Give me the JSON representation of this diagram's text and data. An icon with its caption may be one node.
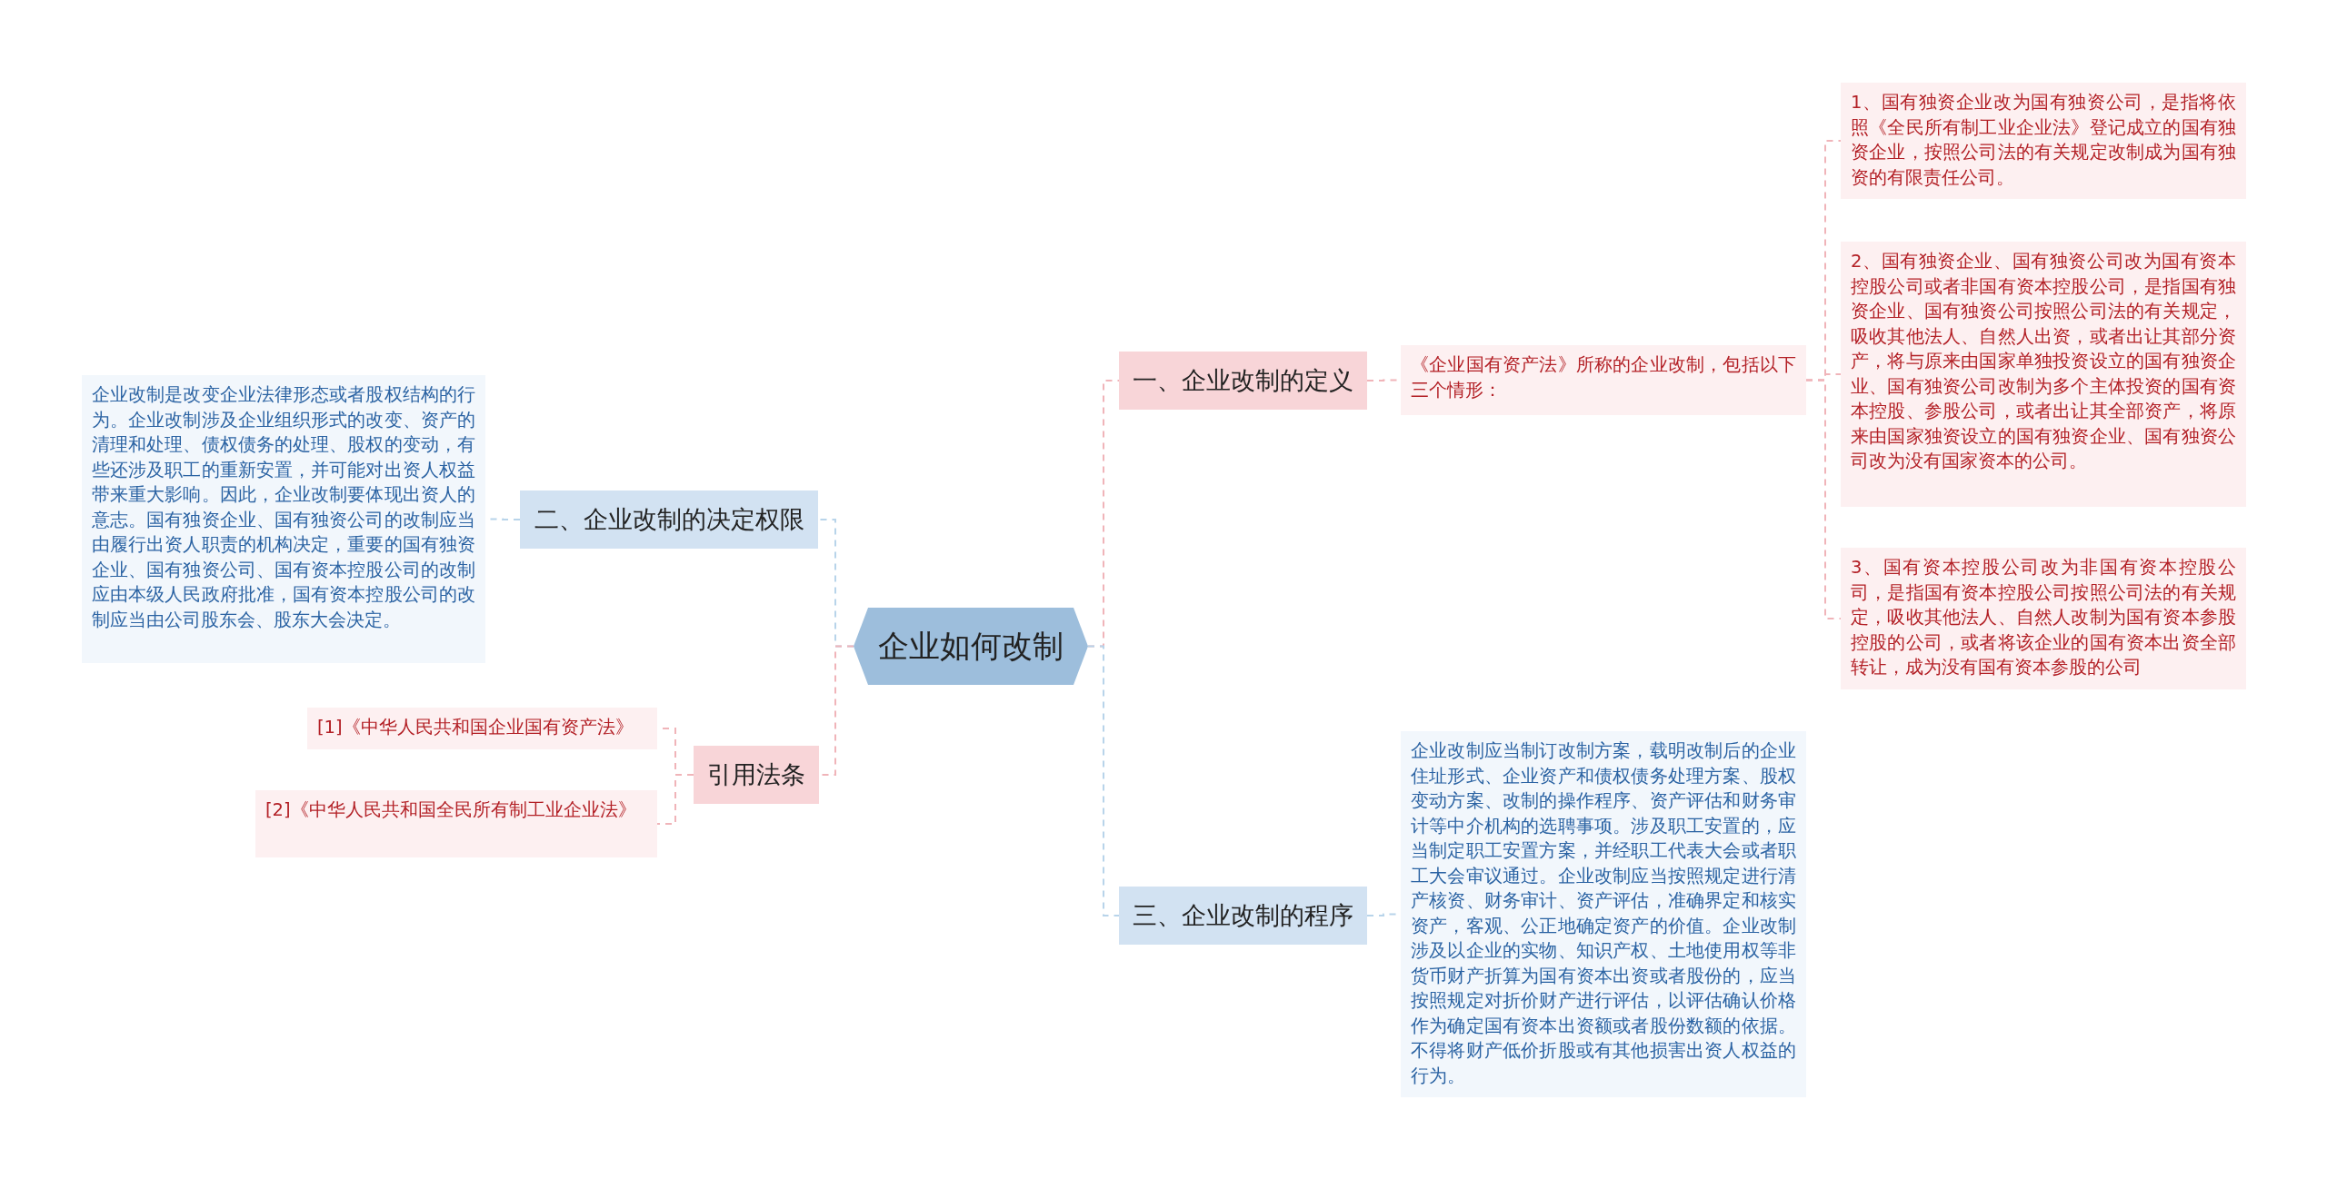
{
  "diagram": {
    "nodes": [
      {
        "text": [
          "企业如何改制"
        ]
      },
      {
        "text": [
          "一、企业改制的定义"
        ]
      },
      {
        "text": [
          "《企业国有资产法》所称的企业改制，包括以下三个情形："
        ]
      },
      {
        "text": [
          "1、国有独资企业改为国有独资公司，是指将依照《全民所有制工业企业法》登记成立的国有独资企业，按照公司法的有关规定改制成为国有独资的有限责任公司。"
        ]
      },
      {
        "text": [
          "2、国有独资企业、国有独资公司改为国有资本控股公司或者非国有资本控股公司，是指国有独资企业、国有独资公司按照公司法的有关规定，吸收其他法人、自然人出资，或者出让其部分资产，将与原来由国家单独投资设立的国有独资企业、国有独资公司改制为多个主体投资的国有资本控股、参股公司，或者出让其全部资产，将原来由国家独资设立的国有独资企业、国有独资公司改为没有国家资本的公司。"
        ]
      },
      {
        "text": [
          "3、国有资本控股公司改为非国有资本控股公司，是指国有资本控股公司按照公司法的有关规定，吸收其他法人、自然人改制为国有资本参股控股的公司，或者将该企业的国有资本出资全部转让，成为没有国有资本参股的公司"
        ]
      },
      {
        "text": [
          "三、企业改制的程序"
        ]
      },
      {
        "text": [
          "企业改制应当制订改制方案，载明改制后的企业住址形式、企业资产和债权债务处理方案、股权变动方案、改制的操作程序、资产评估和财务审计等中介机构的选聘事项。涉及职工安置的，应当制定职工安置方案，并经职工代表大会或者职工大会审议通过。企业改制应当按照规定进行清产核资、财务审计、资产评估，准确界定和核实资产，客观、公正地确定资产的价值。企业改制涉及以企业的实物、知识产权、土地使用权等非货币财产折算为国有资本出资或者股份的，应当按照规定对折价财产进行评估，以评估确认价格作为确定国有资本出资额或者股份数额的依据。不得将财产低价折股或有其他损害出资人权益的行为。"
        ]
      },
      {
        "text": [
          "二、企业改制的决定权限"
        ]
      },
      {
        "text": [
          "企业改制是改变企业法律形态或者股权结构的行为。企业改制涉及企业组织形式的改变、资产的清理和处理、债权债务的处理、股权的变动，有些还涉及职工的重新安置，并可能对出资人权益带来重大影响。因此，企业改制要体现出资人的意志。国有独资企业、国有独资公司的改制应当由履行出资人职责的机构决定，重要的国有独资企业、国有独资公司、国有资本控股公司的改制应由本级人民政府批准，国有资本控股公司的改制应当由公司股东会、股东大会决定。"
        ]
      },
      {
        "text": [
          "引用法条"
        ]
      },
      {
        "text": [
          "[1]《中华人民共和国企业国有资产法》"
        ]
      },
      {
        "text": [
          "[2]《中华人民共和国全民所有制工业企业法》"
        ]
      }
    ],
    "edges": [
      {
        "from": 0,
        "to": 1,
        "arrow": "none",
        "style": "dashed"
      },
      {
        "from": 1,
        "to": 2,
        "arrow": "none",
        "style": "dashed"
      },
      {
        "from": 2,
        "to": 3,
        "arrow": "none",
        "style": "dashed"
      },
      {
        "from": 2,
        "to": 4,
        "arrow": "none",
        "style": "dashed"
      },
      {
        "from": 2,
        "to": 5,
        "arrow": "none",
        "style": "dashed"
      },
      {
        "from": 0,
        "to": 6,
        "arrow": "none",
        "style": "dashed",
        "color": "#b8d4ea"
      },
      {
        "from": 6,
        "to": 7,
        "arrow": "none",
        "style": "dashed",
        "color": "#b8d4ea"
      },
      {
        "from": 0,
        "to": 8,
        "arrow": "none",
        "style": "dashed",
        "color": "#b8d4ea"
      },
      {
        "from": 8,
        "to": 9,
        "arrow": "none",
        "style": "dashed",
        "color": "#b8d4ea"
      },
      {
        "from": 0,
        "to": 10,
        "arrow": "none",
        "style": "dashed"
      },
      {
        "from": 10,
        "to": 11,
        "arrow": "none",
        "style": "dashed"
      },
      {
        "from": 10,
        "to": 12,
        "arrow": "none",
        "style": "dashed"
      }
    ]
  }
}
